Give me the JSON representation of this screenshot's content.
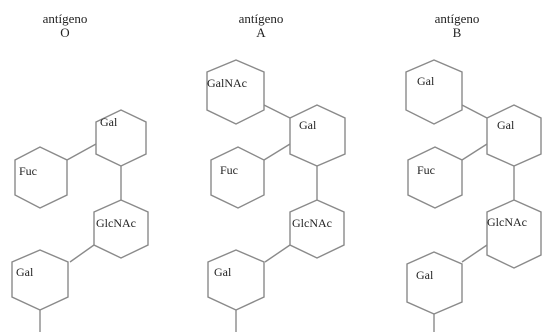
{
  "antigens": [
    {
      "title_word": "antígeno",
      "letter": "O",
      "sugars": [
        "Gal",
        "Fuc",
        "GlcNAc",
        "Gal"
      ]
    },
    {
      "title_word": "antígeno",
      "letter": "A",
      "sugars": [
        "GalNAc",
        "Gal",
        "Fuc",
        "GlcNAc",
        "Gal"
      ]
    },
    {
      "title_word": "antígeno",
      "letter": "B",
      "sugars": [
        "Gal",
        "Gal",
        "Fuc",
        "GlcNAc",
        "Gal"
      ]
    }
  ],
  "colors": {
    "stroke": "#8a8a8a",
    "text": "#222222",
    "background": "#ffffff"
  }
}
